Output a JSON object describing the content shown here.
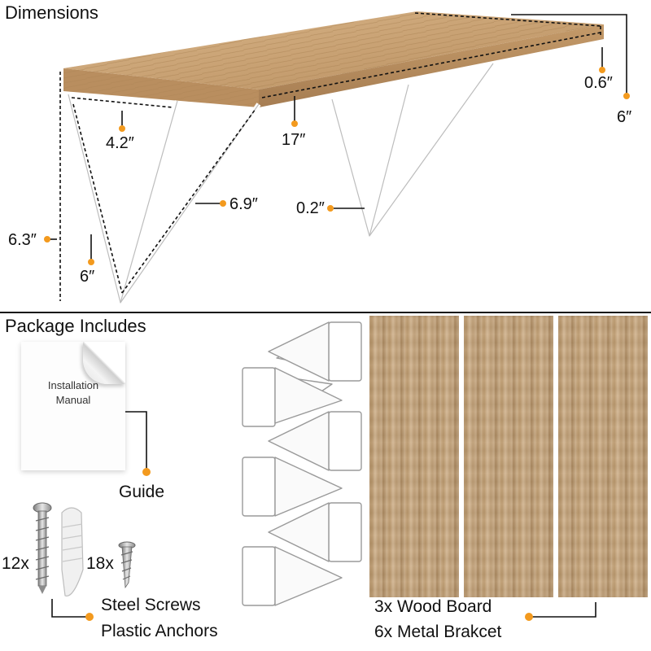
{
  "dimensions_section": {
    "title": "Dimensions",
    "labels": {
      "thickness": "0.6″",
      "depth_right": "6″",
      "bracket_top_depth": "4.2″",
      "length": "17″",
      "bracket_diagonal": "6.9″",
      "wire_diameter": "0.2″",
      "total_height": "6.3″",
      "bracket_height": "6″"
    }
  },
  "package_section": {
    "title": "Package Includes",
    "manual": {
      "line1": "Installation",
      "line2": "Manual",
      "caption": "Guide"
    },
    "hardware": {
      "screw_count": "12x",
      "small_screw_count": "18x",
      "caption_line1": "Steel Screws",
      "caption_line2": "Plastic Anchors"
    },
    "boards": {
      "line1": "3x Wood Board",
      "line2": "6x Metal Brakcet"
    }
  },
  "colors": {
    "marker_orange": "#f39a1e",
    "wood": "#c9a67c",
    "bracket_white": "#ffffff",
    "divider": "#111111"
  },
  "icons": [
    "screw-icon",
    "plastic-anchor-icon",
    "small-screw-icon",
    "manual-icon",
    "bracket-icon",
    "wood-board-icon"
  ]
}
